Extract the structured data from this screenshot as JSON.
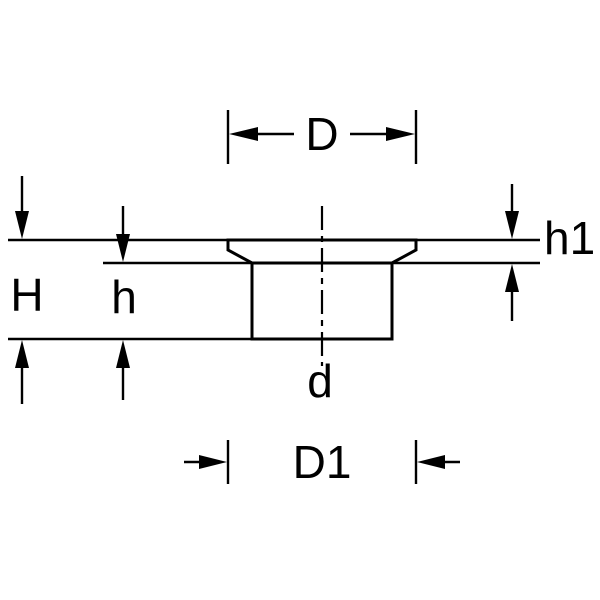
{
  "diagram": {
    "kind": "technical-dimension-drawing",
    "labels": {
      "top_width": "D",
      "right_thickness": "h1",
      "overall_height": "H",
      "inner_height": "h",
      "inner_diameter": "d",
      "bottom_width": "D1"
    },
    "colors": {
      "line": "#000000",
      "background": "#ffffff"
    }
  }
}
